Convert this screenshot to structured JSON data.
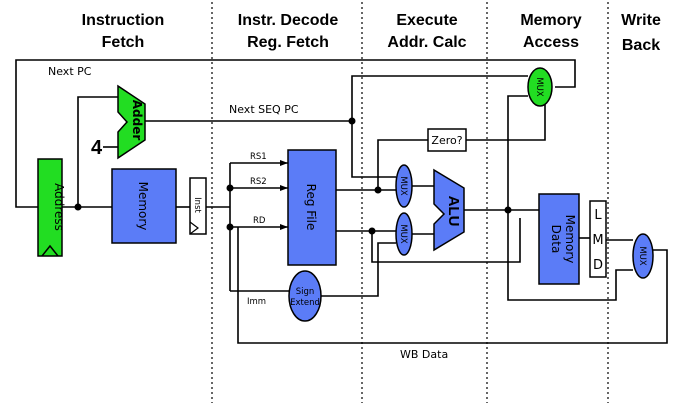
{
  "stages": [
    {
      "line1": "Instruction",
      "line2": "Fetch"
    },
    {
      "line1": "Instr. Decode",
      "line2": "Reg. Fetch"
    },
    {
      "line1": "Execute",
      "line2": "Addr. Calc"
    },
    {
      "line1": "Memory",
      "line2": "Access"
    },
    {
      "line1": "Write",
      "line2": "Back"
    }
  ],
  "signals": {
    "next_pc": "Next PC",
    "next_seq_pc": "Next SEQ PC",
    "rs1": "RS1",
    "rs2": "RS2",
    "rd": "RD",
    "imm": "Imm",
    "wb_data": "WB Data",
    "four": "4"
  },
  "blocks": {
    "address": "Address",
    "adder": "Adder",
    "memory": "Memory",
    "inst": "Inst",
    "reg_file": "Reg File",
    "sign_extend_1": "Sign",
    "sign_extend_2": "Extend",
    "zero": "Zero?",
    "alu": "ALU",
    "data_memory_1": "Data",
    "data_memory_2": "Memory",
    "lmd": [
      "L",
      "M",
      "D"
    ],
    "mux": "MUX"
  },
  "colors": {
    "green": "#22dd22",
    "blue": "#5b7cf7",
    "white": "#ffffff",
    "line": "#000000"
  }
}
